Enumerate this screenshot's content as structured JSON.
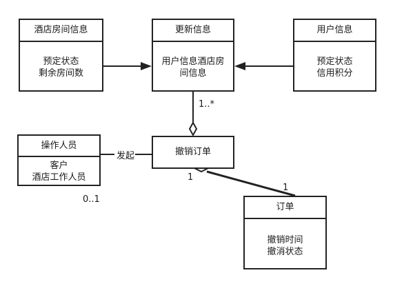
{
  "boxes": {
    "hotel_room": {
      "title": "酒店房间信息",
      "attrs": [
        "预定状态",
        "剩余房间数"
      ]
    },
    "update": {
      "title": "更新信息",
      "attrs": [
        "用户信息酒店房",
        "间信息"
      ]
    },
    "user": {
      "title": "用户信息",
      "attrs": [
        "预定状态",
        "信用积分"
      ]
    },
    "operator": {
      "title": "操作人员",
      "attrs": [
        "客户",
        "酒店工作人员"
      ]
    },
    "cancel": {
      "title": "撤销订单"
    },
    "order": {
      "title": "订单",
      "attrs": [
        "撤销时间",
        "撤消状态"
      ]
    }
  },
  "labels": {
    "mult_update_cancel": "1..*",
    "assoc_initiate": "发起",
    "mult_cancel_order_left": "1",
    "mult_cancel_order_right": "1",
    "mult_operator": "0..1"
  }
}
